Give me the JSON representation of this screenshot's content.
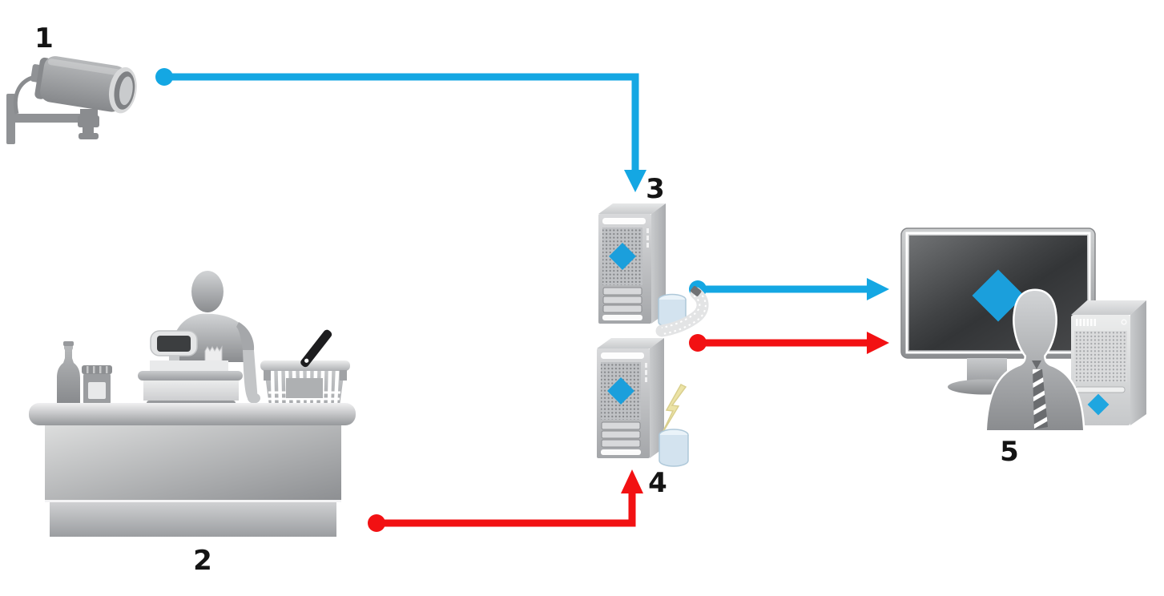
{
  "diagram": {
    "type": "system-architecture",
    "nodes": [
      {
        "id": "camera",
        "label": "1",
        "icon": "security-camera-icon"
      },
      {
        "id": "pos-counter",
        "label": "2",
        "icon": "cash-register-counter-icon"
      },
      {
        "id": "recording-server",
        "label": "3",
        "icon": "server-tower-icon",
        "badge": "video-database-icon"
      },
      {
        "id": "event-server",
        "label": "4",
        "icon": "server-tower-icon",
        "badge": "event-database-icon"
      },
      {
        "id": "client-workstation",
        "label": "5",
        "icon": "operator-workstation-icon"
      }
    ],
    "connections": [
      {
        "from": "camera",
        "to": "recording-server",
        "color": "#14a7e3",
        "style": "dot-start-arrow-end"
      },
      {
        "from": "recording-server",
        "to": "client-workstation",
        "color": "#14a7e3",
        "style": "dot-start-arrow-end"
      },
      {
        "from": "pos-counter",
        "to": "event-server",
        "color": "#f21113",
        "style": "dot-start-arrow-end"
      },
      {
        "from": "event-server",
        "to": "client-workstation",
        "color": "#f21113",
        "style": "dot-start-arrow-end"
      }
    ],
    "colors": {
      "accent_blue": "#14a7e3",
      "accent_red": "#f21113",
      "brand_diamond_blue": "#1b9fdc",
      "label_text": "#141414"
    }
  }
}
